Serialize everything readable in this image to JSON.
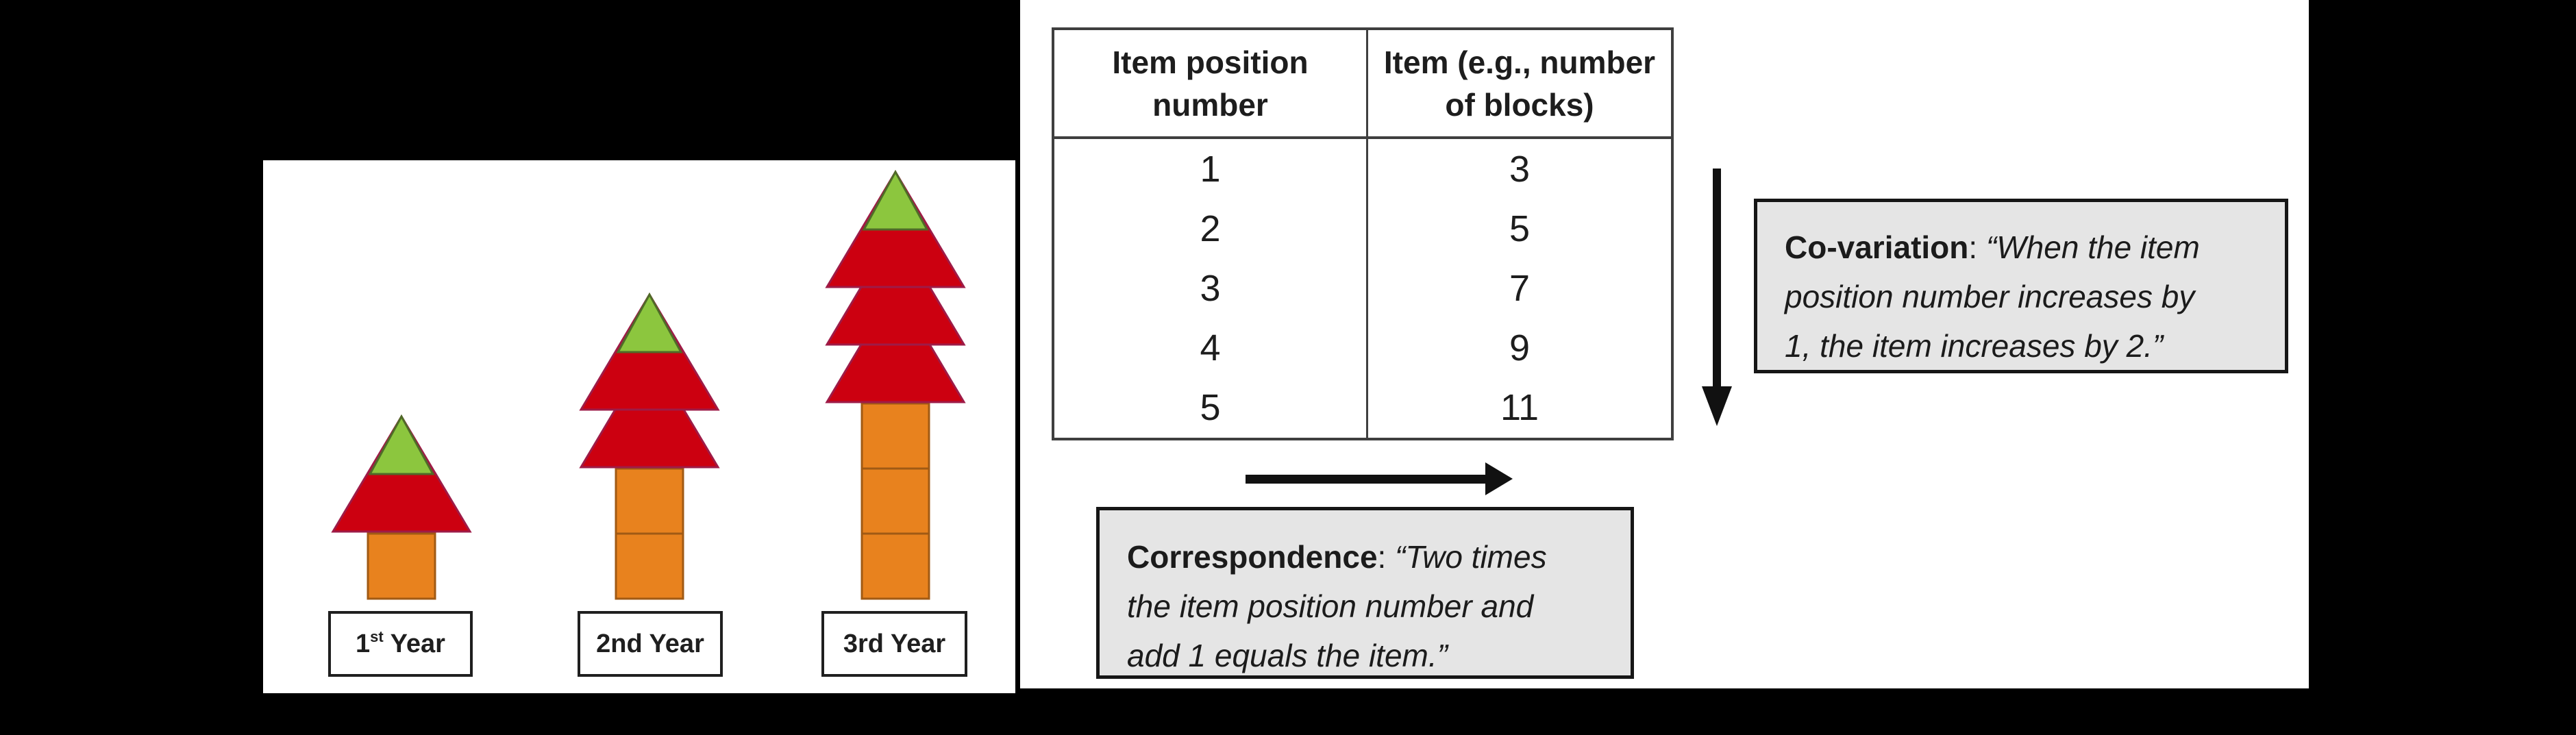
{
  "colors": {
    "background": "#000000",
    "panel": "#ffffff",
    "tree_red": "#cc0010",
    "tree_red_border": "#9e1b47",
    "tree_green": "#8cc63e",
    "tree_green_border": "#4f6b28",
    "trunk_orange": "#e8821e",
    "trunk_border": "#a05a14",
    "callout_bg": "#e5e5e5",
    "callout_border": "#161616",
    "table_border": "#3f3f3f",
    "arrow": "#111111",
    "text": "#1f1f1f"
  },
  "pattern_panel": {
    "trees": [
      {
        "year_label": "1st Year",
        "trunk_blocks": 1,
        "red_triangles": 1,
        "green_tops": 1,
        "total_blocks": 3
      },
      {
        "year_label": "2nd Year",
        "trunk_blocks": 2,
        "red_triangles": 2,
        "green_tops": 1,
        "total_blocks": 5
      },
      {
        "year_label": "3rd Year",
        "trunk_blocks": 3,
        "red_triangles": 3,
        "green_tops": 1,
        "total_blocks": 7
      }
    ],
    "labels": {
      "year1": {
        "num": "1",
        "sup": "st",
        "rest": " Year"
      },
      "year2": "2nd Year",
      "year3": "3rd Year"
    }
  },
  "table": {
    "headers": [
      "Item position number",
      "Item (e.g., number of blocks)"
    ],
    "rows": [
      {
        "position": "1",
        "item": "3"
      },
      {
        "position": "2",
        "item": "5"
      },
      {
        "position": "3",
        "item": "7"
      },
      {
        "position": "4",
        "item": "9"
      },
      {
        "position": "5",
        "item": "11"
      }
    ]
  },
  "covariation": {
    "label": "Co-variation",
    "separator": ": ",
    "quote_lines": [
      "“When the item",
      "position number increases by",
      "1, the item increases by 2.”"
    ]
  },
  "correspondence": {
    "label": "Correspondence",
    "separator": ": ",
    "quote_lines": [
      "“Two times",
      "the item position number and",
      "add 1 equals the item.”"
    ]
  }
}
